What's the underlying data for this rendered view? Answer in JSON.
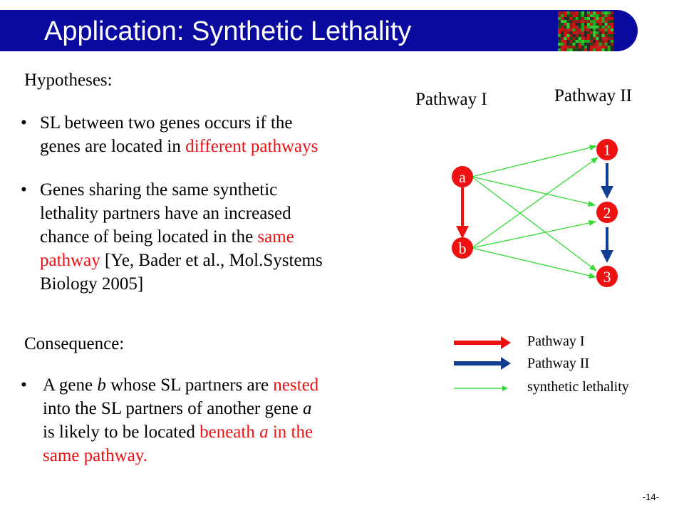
{
  "title": "Application: Synthetic Lethality",
  "hypotheses": {
    "heading": "Hypotheses:",
    "bullet1": {
      "line1": "SL between two genes occurs if the",
      "line2_a": "genes are located in ",
      "line2_b": "different pathways"
    },
    "bullet2": {
      "line1": "Genes sharing the same synthetic",
      "line2": "lethality partners have an increased",
      "line3_a": "chance of being located in the ",
      "line3_b": "same",
      "line4_a": "pathway",
      "line4_b": " [Ye, Bader et al., Mol.Systems",
      "line5": "Biology 2005]"
    }
  },
  "consequence": {
    "heading": "Consequence:",
    "bullet": {
      "line1_a": "A gene ",
      "line1_b": "b",
      "line1_c": " whose SL partners are ",
      "line1_d": "nested",
      "line2_a": "into the SL partners of another gene ",
      "line2_b": "a",
      "line3_a": "is likely to be located ",
      "line3_b": "beneath ",
      "line3_c": "a",
      "line3_d": " in the",
      "line4": "same pathway."
    }
  },
  "diagram": {
    "pathway1_label": "Pathway I",
    "pathway2_label": "Pathway II",
    "nodes": {
      "a": "a",
      "b": "b",
      "n1": "1",
      "n2": "2",
      "n3": "3"
    },
    "colors": {
      "node": "#ee1111",
      "pathway1": "#ee1111",
      "pathway2": "#123d94",
      "synthetic_lethality": "#33dd33"
    }
  },
  "legend": {
    "pathway1": "Pathway I",
    "pathway2": "Pathway II",
    "sl": "synthetic lethality"
  },
  "page_number": "-14-"
}
